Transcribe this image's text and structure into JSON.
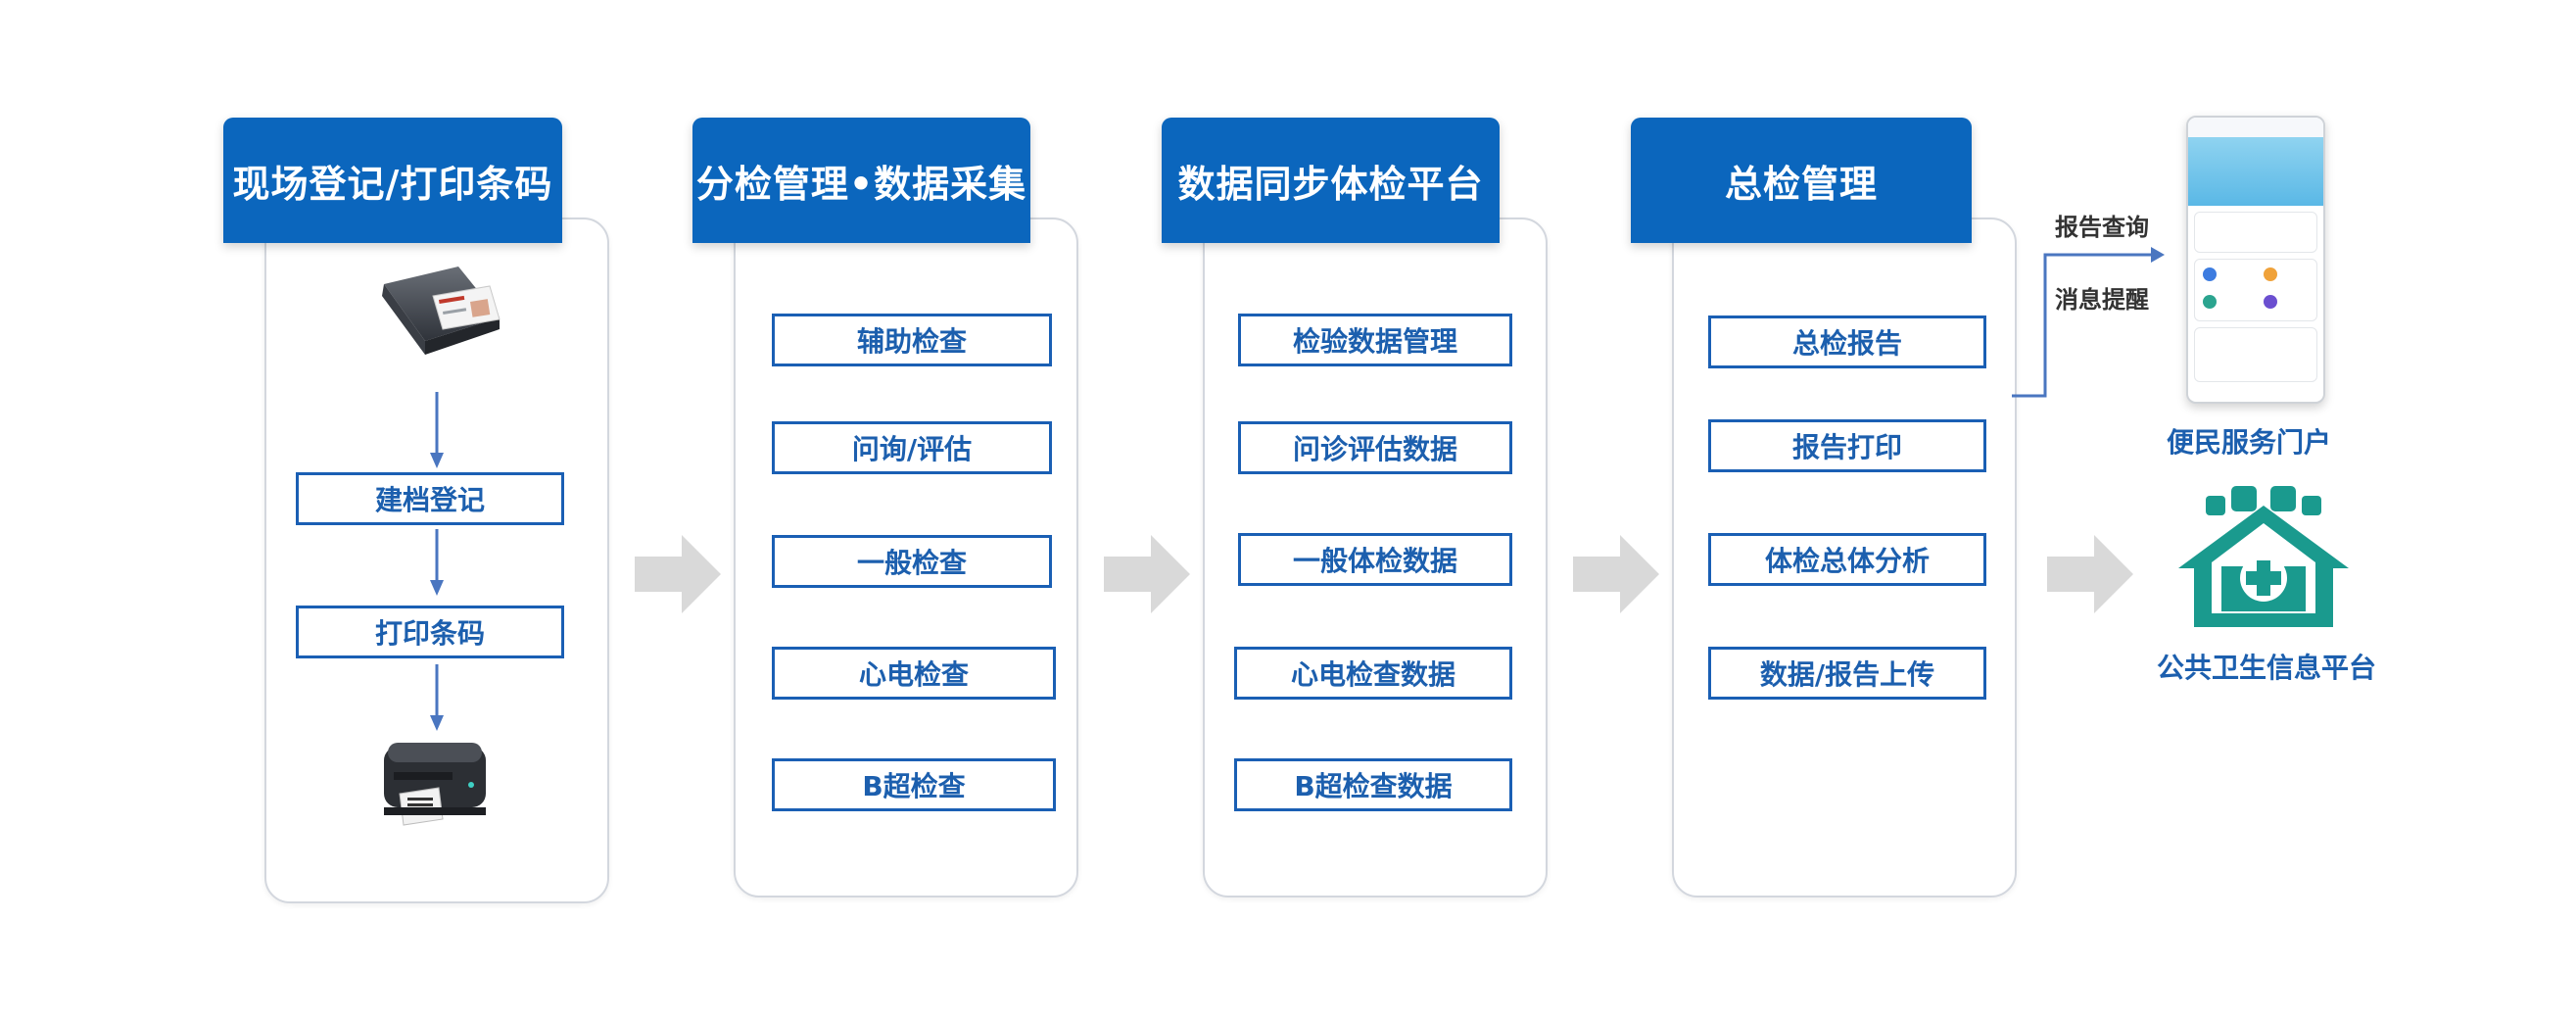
{
  "stages": [
    {
      "title": "现场登记/打印条码",
      "items": [
        "建档登记",
        "打印条码"
      ],
      "device_icons": [
        "card-reader-icon",
        "label-printer-icon"
      ]
    },
    {
      "title": "分检管理•数据采集",
      "items": [
        "辅助检查",
        "问询/评估",
        "一般检查",
        "心电检查",
        "B超检查"
      ]
    },
    {
      "title": "数据同步体检平台",
      "items": [
        "检验数据管理",
        "问诊评估数据",
        "一般体检数据",
        "心电检查数据",
        "B超检查数据"
      ]
    },
    {
      "title": "总检管理",
      "items": [
        "总检报告",
        "报告打印",
        "体检总体分析",
        "数据/报告上传"
      ]
    }
  ],
  "outputs": {
    "branch_labels": [
      "报告查询",
      "消息提醒"
    ],
    "portal_label": "便民服务门户",
    "platform_label": "公共卫生信息平台"
  },
  "colors": {
    "header_blue": "#0b66bd",
    "item_border": "#1a5fb4",
    "item_text": "#1c5fae",
    "panel_border": "#d3d7de",
    "arrow_gray": "#d9d9d9",
    "platform_green": "#1a9a8e"
  }
}
